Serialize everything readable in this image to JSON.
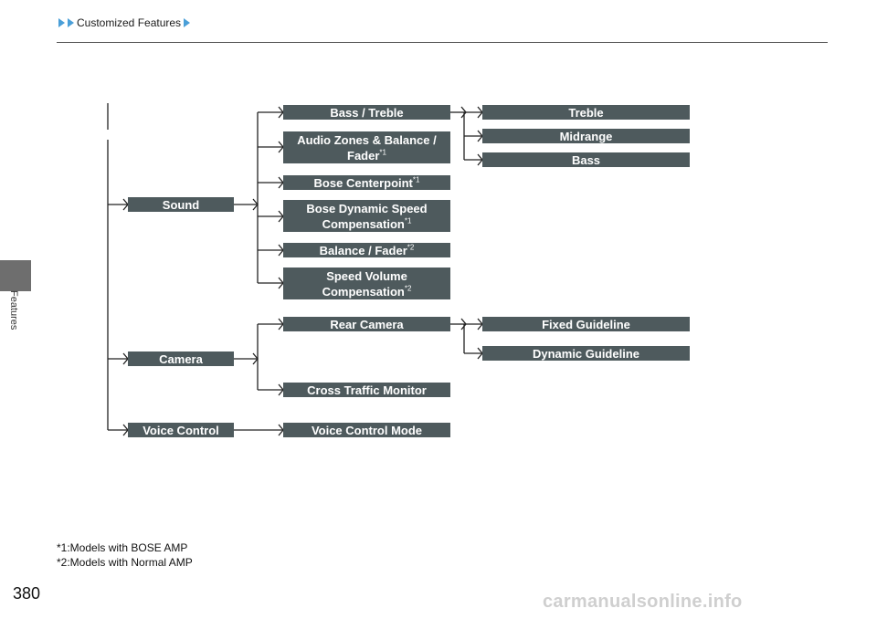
{
  "header": {
    "breadcrumb_text": "Customized Features"
  },
  "side_label": "Features",
  "page_number": "380",
  "tree": {
    "sound": {
      "label": "Sound",
      "items": {
        "bass_treble": "Bass / Treble",
        "audio_zones_line1": "Audio Zones & Balance /",
        "audio_zones_line2": "Fader",
        "bose_centerpoint": "Bose Centerpoint",
        "bose_dynamic_line1": "Bose Dynamic Speed",
        "bose_dynamic_line2": "Compensation",
        "balance_fader": "Balance / Fader",
        "speed_volume_line1": "Speed Volume",
        "speed_volume_line2": "Compensation"
      },
      "bass_treble_children": {
        "treble": "Treble",
        "midrange": "Midrange",
        "bass": "Bass"
      }
    },
    "camera": {
      "label": "Camera",
      "rear_camera": "Rear Camera",
      "cross_traffic_monitor": "Cross Traffic Monitor",
      "rear_camera_children": {
        "fixed_guideline": "Fixed Guideline",
        "dynamic_guideline": "Dynamic Guideline"
      }
    },
    "voice_control": {
      "label": "Voice Control",
      "mode": "Voice Control Mode"
    }
  },
  "footnote_marks": {
    "one": "*1",
    "two": "*2"
  },
  "footnotes": {
    "note1": "*1:Models with BOSE AMP",
    "note2": "*2:Models with Normal AMP"
  },
  "watermark": "carmanualsonline.info"
}
